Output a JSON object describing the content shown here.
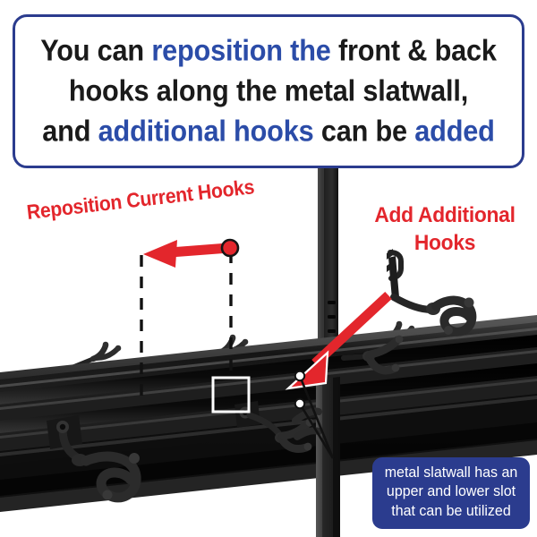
{
  "banner": {
    "lines": [
      [
        {
          "t": "You can ",
          "c": "dark"
        },
        {
          "t": "reposition the",
          "c": "blue"
        },
        {
          "t": " front & back",
          "c": "dark"
        }
      ],
      [
        {
          "t": "hooks along the metal slatwall,",
          "c": "dark"
        }
      ],
      [
        {
          "t": "and ",
          "c": "dark"
        },
        {
          "t": "additional hooks",
          "c": "blue"
        },
        {
          "t": " can be ",
          "c": "dark"
        },
        {
          "t": "added",
          "c": "blue"
        }
      ]
    ],
    "border_color": "#2B3C8E",
    "dark_color": "#1a1a1a",
    "blue_color": "#2B4CA8"
  },
  "annotations": {
    "left_label": "Reposition Current Hooks",
    "right_label": "Add Additional Hooks",
    "red_color": "#E3262C"
  },
  "info_callout": {
    "lines": [
      "metal slatwall has an",
      "upper and lower slot",
      "that can be utilized"
    ],
    "background": "#2B3C8E",
    "text_color": "#FFFFFF"
  },
  "product": {
    "description": "Black metal slatwall rail on a vertical upright post with repositionable storage hooks",
    "rail_color": "#1b1b1b",
    "post_color": "#232323",
    "hook_color": "#2a2a2a"
  }
}
